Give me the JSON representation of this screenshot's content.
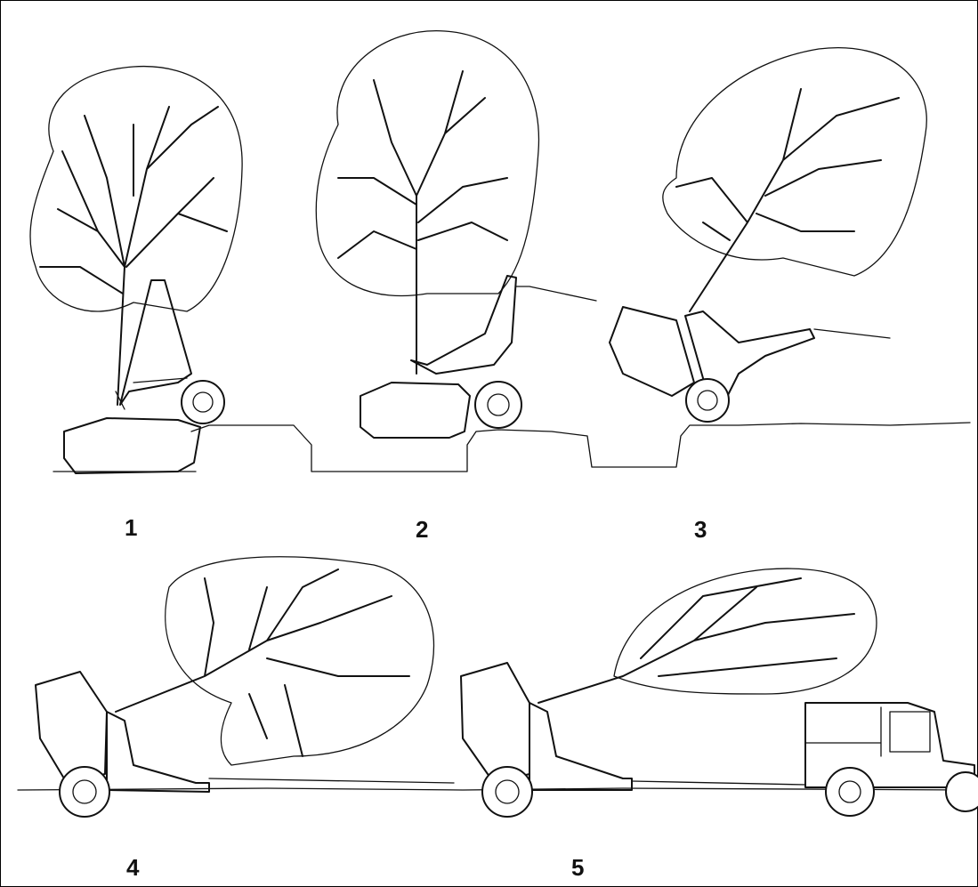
{
  "stages": [
    {
      "id": 1,
      "label": "1"
    },
    {
      "id": 2,
      "label": "2"
    },
    {
      "id": 3,
      "label": "3"
    },
    {
      "id": 4,
      "label": "4"
    },
    {
      "id": 5,
      "label": "5"
    }
  ],
  "colors": {
    "ink": "#111111",
    "paper": "#ffffff"
  },
  "icons": [
    "tree-icon",
    "root-ball-icon",
    "tree-spade-trailer-icon",
    "wheel-icon",
    "tow-vehicle-icon"
  ]
}
